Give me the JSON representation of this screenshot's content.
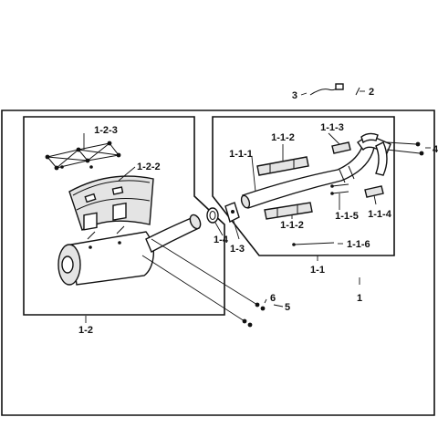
{
  "diagram": {
    "labels": {
      "p1": "1",
      "p1_1": "1-1",
      "p1_1_1": "1-1-1",
      "p1_1_2a": "1-1-2",
      "p1_1_2b": "1-1-2",
      "p1_1_3": "1-1-3",
      "p1_1_4": "1-1-4",
      "p1_1_5": "1-1-5",
      "p1_1_6": "1-1-6",
      "p1_2": "1-2",
      "p1_2_2": "1-2-2",
      "p1_2_3": "1-2-3",
      "p1_3": "1-3",
      "p1_4": "1-4",
      "p2": "2",
      "p3": "3",
      "p4": "4",
      "p5": "5",
      "p6": "6"
    }
  }
}
